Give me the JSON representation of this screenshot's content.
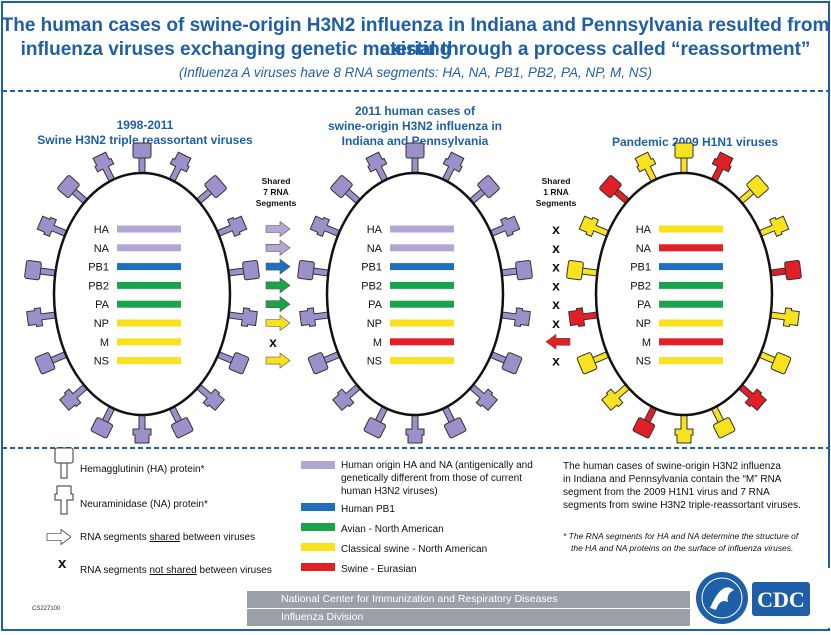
{
  "title_line1": "The human cases of swine-origin H3N2 influenza in Indiana and Pennsylvania resulted from existing",
  "title_line2": "influenza viruses exchanging genetic material through a process called “reassortment”",
  "subtitle": "(Influenza A viruses have 8 RNA segments: HA, NA, PB1, PB2, PA, NP, M, NS)",
  "left_heading": [
    "1998-2011",
    "Swine H3N2 triple reassortant viruses"
  ],
  "center_heading": [
    "2011 human cases of",
    "swine-origin H3N2 influenza in",
    "Indiana and Pennsylvania"
  ],
  "right_heading": [
    "Pandemic 2009 H1N1 viruses"
  ],
  "shared_left": [
    "Shared",
    "7 RNA",
    "Segments"
  ],
  "shared_right": [
    "Shared",
    "1 RNA",
    "Segments"
  ],
  "segments": [
    "HA",
    "NA",
    "PB1",
    "PB2",
    "PA",
    "NP",
    "M",
    "NS"
  ],
  "colors": {
    "human": "#b3a6d3",
    "human_pb1": "#1f6fbf",
    "avian": "#19a34a",
    "classical_swine": "#f7e21d",
    "swine_eurasian": "#e21f26",
    "purple_protein": "#9d8fc9",
    "red_protein": "#e21f26",
    "yellow_protein": "#f7e21d",
    "title_blue": "#1f5fa8"
  },
  "left_virus_colors": [
    "human",
    "human",
    "human_pb1",
    "avian",
    "avian",
    "classical_swine",
    "classical_swine",
    "classical_swine"
  ],
  "center_virus_colors": [
    "human",
    "human",
    "human_pb1",
    "avian",
    "avian",
    "classical_swine",
    "swine_eurasian",
    "classical_swine"
  ],
  "right_virus_colors": [
    "classical_swine",
    "swine_eurasian",
    "human_pb1",
    "avian",
    "avian",
    "classical_swine",
    "swine_eurasian",
    "classical_swine"
  ],
  "left_arrows": [
    "human",
    "human",
    "human_pb1",
    "avian",
    "avian",
    "classical_swine",
    "x",
    "classical_swine"
  ],
  "right_arrows": [
    "x",
    "x",
    "x",
    "x",
    "x",
    "x",
    "swine_eurasian",
    "x"
  ],
  "x_mark": "x",
  "legend": {
    "ha_protein": "Hemagglutinin (HA) protein*",
    "na_protein": "Neuraminidase (NA) protein*",
    "shared_pre": "RNA segments ",
    "shared_u": "shared",
    "shared_post": " between viruses",
    "notshared_pre": "RNA segments ",
    "notshared_u": "not shared",
    "notshared_post": " between viruses",
    "human_ha_na": [
      "Human origin HA and NA (antigenically and",
      "genetically different from those of current",
      "human H3N2 viruses)"
    ],
    "human_pb1": "Human PB1",
    "avian": "Avian - North American",
    "classical_swine": "Classical swine - North American",
    "swine_eurasian": "Swine - Eurasian"
  },
  "note_lines": [
    "The human cases of swine-origin H3N2 influenza",
    "in Indiana and Pennsylvania contain the “M” RNA",
    "segment from the 2009 H1N1 virus and 7 RNA",
    "segments from swine H3N2 triple-reassortant viruses."
  ],
  "footnote_lines": [
    "*  The RNA segments for HA and NA determine the structure of",
    "the HA and NA proteins on the surface of influenza viruses."
  ],
  "footer_line1": "National Center for Immunization and Respiratory Diseases",
  "footer_line2": "Influenza Division",
  "logo_text": "CDC",
  "code": "CS227100"
}
